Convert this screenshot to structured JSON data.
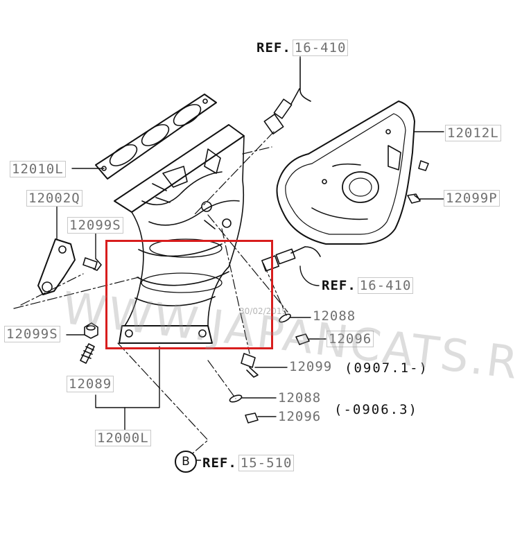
{
  "diagram": {
    "labels": {
      "ref_top": {
        "word": "REF.",
        "num": "16-410"
      },
      "ref_mid": {
        "word": "REF.",
        "num": "16-410"
      },
      "ref_bottom": {
        "word": "REF.",
        "num": "15-510"
      },
      "p12012L": "12012L",
      "p12010L": "12010L",
      "p12099P": "12099P",
      "p12002Q": "12002Q",
      "p12099S_upper": "12099S",
      "p12099S_lower": "12099S",
      "p12088_upper": "12088",
      "p12096_upper": "12096",
      "p12099": "12099",
      "range_new": "(0907.1-)",
      "p12088_lower": "12088",
      "p12096_lower": "12096",
      "range_old": "(-0906.3)",
      "p12089": "12089",
      "p12000L": "12000L",
      "circle_letter": "B"
    },
    "watermark": {
      "text": "WWW.JAPANCATS.RU",
      "small": "30/02/2019"
    },
    "colors": {
      "line": "#111111",
      "label": "#6f6f6f",
      "highlight": "#d81d1d"
    }
  }
}
